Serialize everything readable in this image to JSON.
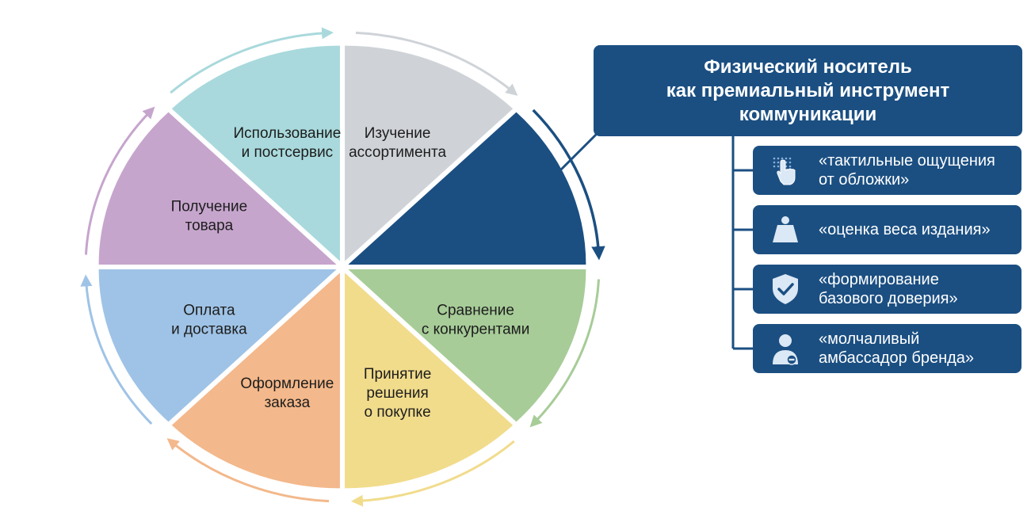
{
  "colors": {
    "accent": "#1b4f82",
    "segments": [
      "#a9d9dc",
      "#cfd3d8",
      "#1b4f82",
      "#a7cc98",
      "#f1dc8c",
      "#f3b88b",
      "#9fc3e6",
      "#c6a5cd"
    ]
  },
  "cycle": {
    "segments": [
      {
        "lines": [
          "Использование",
          "и постсервис"
        ]
      },
      {
        "lines": [
          "Изучение",
          "ассортимента"
        ]
      },
      {
        "lines": []
      },
      {
        "lines": [
          "Сравнение",
          "с конкурентами"
        ]
      },
      {
        "lines": [
          "Принятие",
          "решения",
          "о покупке"
        ]
      },
      {
        "lines": [
          "Оформление",
          "заказа"
        ]
      },
      {
        "lines": [
          "Оплата",
          "и доставка"
        ]
      },
      {
        "lines": [
          "Получение",
          "товара"
        ]
      }
    ]
  },
  "panel": {
    "title_lines": [
      "Физический носитель",
      "как премиальный инструмент",
      "коммуникации"
    ],
    "items": [
      {
        "icon": "touch-hand-icon",
        "lines": [
          "«тактильные ощущения",
          "от обложки»"
        ]
      },
      {
        "icon": "weight-icon",
        "lines": [
          "«оценка веса издания»"
        ]
      },
      {
        "icon": "shield-check-icon",
        "lines": [
          "«формирование",
          "базового доверия»"
        ]
      },
      {
        "icon": "ambassador-person-icon",
        "lines": [
          "«молчаливый",
          "амбассадор бренда»"
        ]
      }
    ]
  }
}
